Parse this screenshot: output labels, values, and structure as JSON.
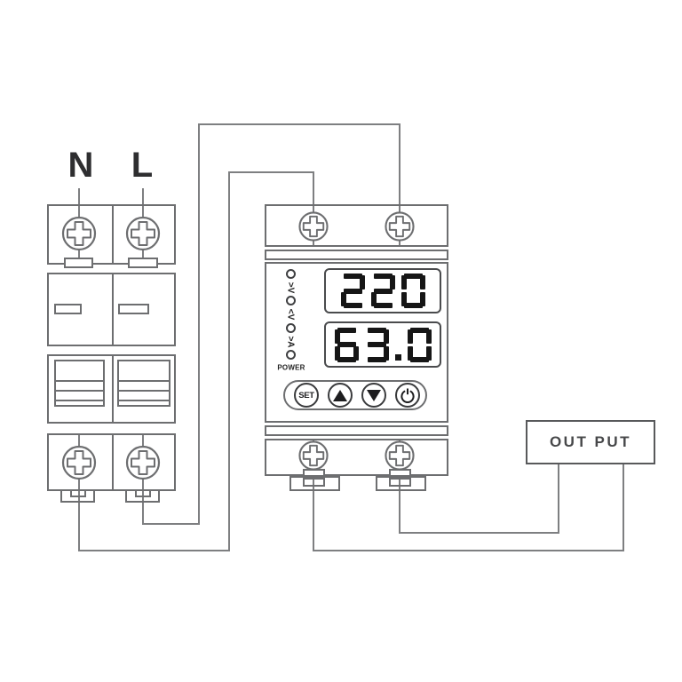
{
  "labels": {
    "neutral": "N",
    "line": "L",
    "output": "OUT PUT"
  },
  "protector": {
    "indicators": [
      {
        "name": "over-voltage",
        "label": ">V"
      },
      {
        "name": "under-voltage",
        "label": "<V"
      },
      {
        "name": "over-current",
        "label": ">A"
      },
      {
        "name": "power",
        "label": "POWER"
      }
    ],
    "display": {
      "voltage": "220",
      "current": "63.0"
    },
    "buttons": {
      "set": "SET",
      "up_icon": "triangle-up-icon",
      "down_icon": "triangle-down-icon",
      "power_icon": "power-icon"
    }
  },
  "icons": {
    "terminal_screw": "screw-icon"
  },
  "colors": {
    "outline": "#6d6e70",
    "wire": "#7e7f81",
    "text": "#2e2e30",
    "digit": "#161616"
  }
}
